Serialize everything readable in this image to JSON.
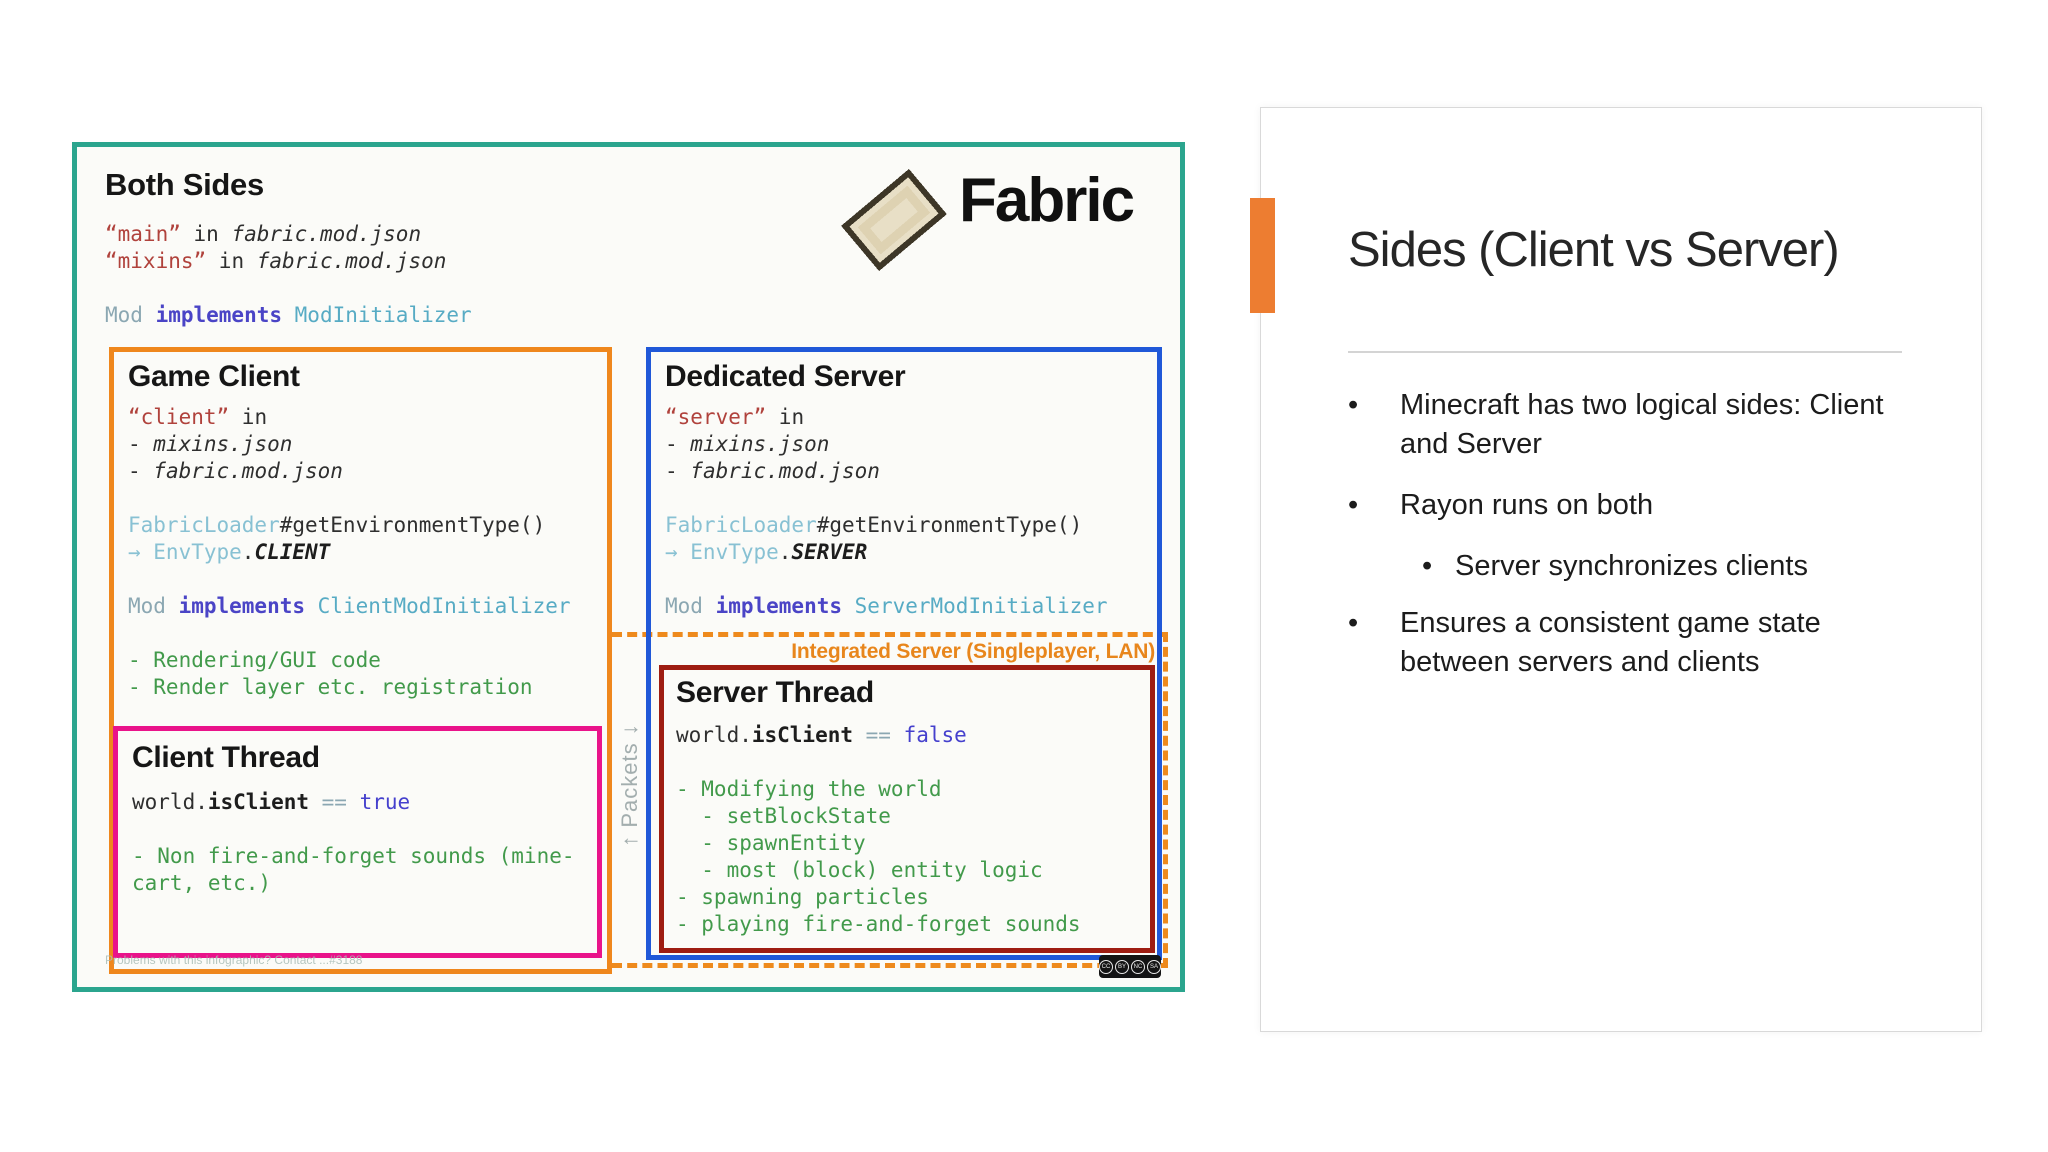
{
  "diagram": {
    "heading": "Both Sides",
    "logo_text": "Fabric",
    "packets_label": "↑ Packets ↓",
    "credit": "Problems with this infographic? Contact ...#3188",
    "integrated_server_label": "Integrated Server (Singleplayer, LAN)",
    "cc_badge": [
      "CC",
      "BY",
      "NC",
      "SA"
    ],
    "colors": {
      "outer_border": "#2ba58e",
      "game_client_border": "#ef871d",
      "dedicated_server_border": "#2058d8",
      "client_thread_border": "#e9138a",
      "server_thread_border": "#9e1d12",
      "integrated_dashed": "#ee8a1d",
      "accent_bar": "#ed7d31",
      "code_string": "#b0423c",
      "code_keyword": "#4a44c6",
      "code_type": "#57abc4",
      "code_green": "#429a4b",
      "code_value": "#4540cd"
    },
    "both_sides_code": [
      [
        [
          "s",
          "“main”"
        ],
        [
          "p",
          " in "
        ],
        [
          "i",
          "fabric.mod.json"
        ]
      ],
      [
        [
          "s",
          "“mixins”"
        ],
        [
          "p",
          " in "
        ],
        [
          "i",
          "fabric.mod.json"
        ]
      ],
      [],
      [
        [
          "m",
          "Mod "
        ],
        [
          "k",
          "implements "
        ],
        [
          "t",
          "ModInitializer"
        ]
      ]
    ],
    "game_client": {
      "title": "Game Client",
      "code": [
        [
          [
            "s",
            "“client”"
          ],
          [
            "p",
            " in"
          ]
        ],
        [
          [
            "p",
            "- "
          ],
          [
            "i",
            "mixins.json"
          ]
        ],
        [
          [
            "p",
            "- "
          ],
          [
            "i",
            "fabric.mod.json"
          ]
        ],
        [],
        [
          [
            "c",
            "FabricLoader"
          ],
          [
            "p",
            "#getEnvironmentType()"
          ]
        ],
        [
          [
            "c",
            "→ EnvType"
          ],
          [
            "p",
            "."
          ],
          [
            "bi",
            "CLIENT"
          ]
        ],
        [],
        [
          [
            "m",
            "Mod "
          ],
          [
            "k",
            "implements "
          ],
          [
            "t",
            "ClientModInitializer"
          ]
        ],
        [],
        [
          [
            "g",
            "- Rendering/GUI code"
          ]
        ],
        [
          [
            "g",
            "- Render layer etc. registration"
          ]
        ]
      ]
    },
    "client_thread": {
      "title": "Client Thread",
      "code": [
        [
          [
            "p",
            "world."
          ],
          [
            "b",
            "isClient"
          ],
          [
            "m",
            " == "
          ],
          [
            "v",
            "true"
          ]
        ],
        [],
        [
          [
            "g",
            "- Non fire-and-forget sounds (mine-"
          ]
        ],
        [
          [
            "g",
            "cart, etc.)"
          ]
        ]
      ]
    },
    "dedicated_server": {
      "title": "Dedicated Server",
      "code": [
        [
          [
            "s",
            "“server”"
          ],
          [
            "p",
            " in"
          ]
        ],
        [
          [
            "p",
            "- "
          ],
          [
            "i",
            "mixins.json"
          ]
        ],
        [
          [
            "p",
            "- "
          ],
          [
            "i",
            "fabric.mod.json"
          ]
        ],
        [],
        [
          [
            "c",
            "FabricLoader"
          ],
          [
            "p",
            "#getEnvironmentType()"
          ]
        ],
        [
          [
            "c",
            "→ EnvType"
          ],
          [
            "p",
            "."
          ],
          [
            "bi",
            "SERVER"
          ]
        ],
        [],
        [
          [
            "m",
            "Mod "
          ],
          [
            "k",
            "implements "
          ],
          [
            "t",
            "ServerModInitializer"
          ]
        ]
      ]
    },
    "server_thread": {
      "title": "Server Thread",
      "code": [
        [
          [
            "p",
            "world."
          ],
          [
            "b",
            "isClient"
          ],
          [
            "m",
            " == "
          ],
          [
            "v",
            "false"
          ]
        ],
        [],
        [
          [
            "g",
            "- Modifying the world"
          ]
        ],
        [
          [
            "g",
            "  - setBlockState"
          ]
        ],
        [
          [
            "g",
            "  - spawnEntity"
          ]
        ],
        [
          [
            "g",
            "  - most (block) entity logic"
          ]
        ],
        [
          [
            "g",
            "- spawning particles"
          ]
        ],
        [
          [
            "g",
            "- playing fire-and-forget sounds"
          ]
        ]
      ]
    }
  },
  "panel": {
    "title": "Sides (Client vs Server)",
    "bullets": [
      {
        "level": 1,
        "text": "Minecraft has two logical sides: Client and Server"
      },
      {
        "level": 1,
        "text": "Rayon runs on both"
      },
      {
        "level": 2,
        "text": "Server synchronizes clients"
      },
      {
        "level": 1,
        "text": "Ensures a consistent game state between servers and clients"
      }
    ]
  }
}
